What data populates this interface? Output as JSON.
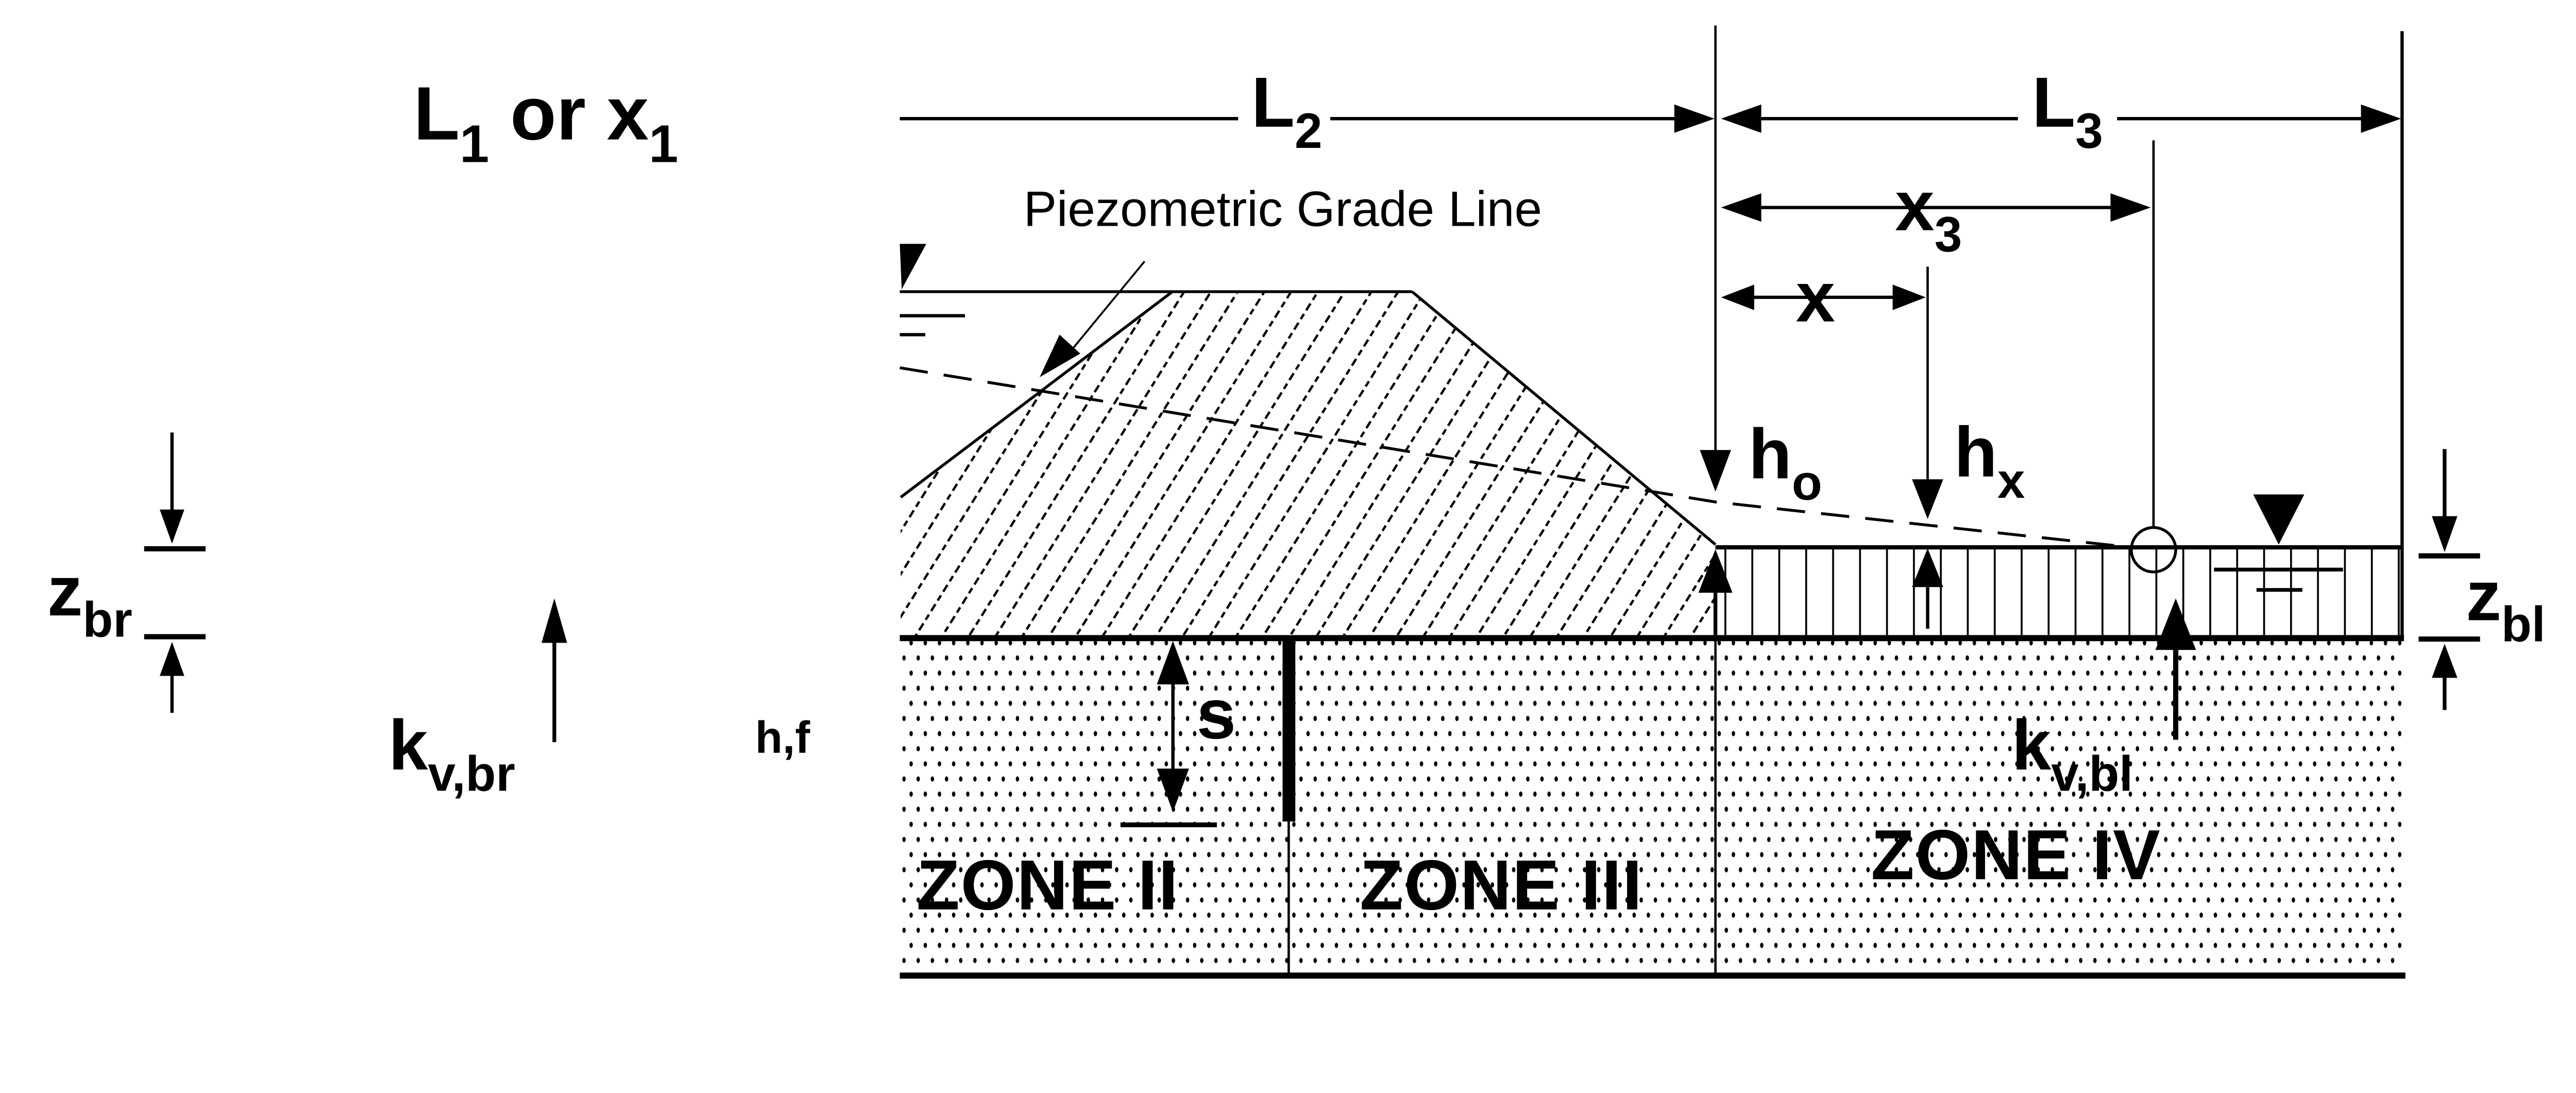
{
  "figure": {
    "description": "Levee underseepage cross-section with piezometric grade line and seepage zones",
    "colors": {
      "ink": "#000000",
      "background": "#ffffff"
    }
  },
  "labels": {
    "l1_or_x1": {
      "base1": "L",
      "sub1": "1",
      "mid": " or x",
      "sub2": "1"
    },
    "l2": {
      "base": "L",
      "sub": "2"
    },
    "l3": {
      "base": "L",
      "sub": "3"
    },
    "x3": {
      "base": "x",
      "sub": "3"
    },
    "x": {
      "base": "x"
    },
    "ho": {
      "base": "h",
      "sub": "o"
    },
    "hx": {
      "base": "h",
      "sub": "x"
    },
    "zbr": {
      "base": "z",
      "sub": "br"
    },
    "zbl": {
      "base": "z",
      "sub": "bl"
    },
    "kvbr": {
      "base": "k",
      "sub": "v,br"
    },
    "kvbl": {
      "base": "k",
      "sub": "v,bl"
    },
    "hf": {
      "base": "h,f"
    },
    "s": {
      "base": "s"
    },
    "piezometric_grade_line": "Piezometric Grade Line"
  },
  "zones": [
    {
      "name": "ZONE II"
    },
    {
      "name": "ZONE III"
    },
    {
      "name": "ZONE IV"
    }
  ]
}
